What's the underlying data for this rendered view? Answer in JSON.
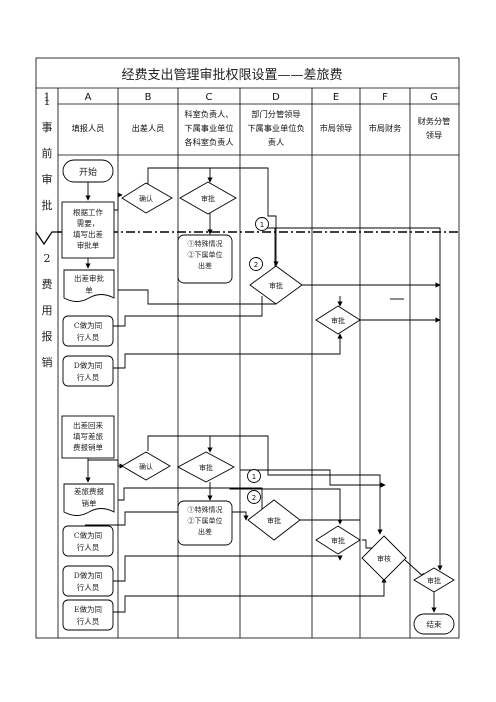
{
  "title": "经费支出管理审批权限设置——差旅费",
  "columns": {
    "row_header": "1",
    "letters": [
      "A",
      "B",
      "C",
      "D",
      "E",
      "F",
      "G"
    ],
    "names": [
      "填报人员",
      "出差人员",
      "科室负责人、\n下属事业单位\n各科室负责人",
      "部门分管领导\n下属事业单位负\n责人",
      "市局领导",
      "市局财务",
      "财务分管\n领导"
    ]
  },
  "phases": {
    "pre": [
      "1",
      "事",
      "前",
      "审",
      "批"
    ],
    "post": [
      "2",
      "费",
      "用",
      "报",
      "销"
    ]
  },
  "section1": {
    "start": "开始",
    "fill_form": "根据工作\n需要，\n填写出差\n审批单",
    "confirm": "确认",
    "approve": "审批",
    "approval_form": "出差审批\n单",
    "c_as_companion": "C做为同\n行人员",
    "d_as_companion": "D做为同\n行人员",
    "special_note": "①特殊情况\n②下属单位\n出差",
    "d_approve": "审批",
    "e_approve": "审批",
    "badge1": "1",
    "badge2": "2"
  },
  "section2": {
    "return_fill": "出差回来\n填写差旅\n费报销单",
    "reimburse_form": "差旅费报\n销单",
    "confirm": "确认",
    "approve": "审批",
    "c_as_companion": "C做为同\n行人员",
    "d_as_companion": "D做为同\n行人员",
    "e_as_companion": "E做为同\n行人员",
    "special_note": "①特殊情况\n②下属单位\n出差",
    "d_approve": "审批",
    "e_approve": "审批",
    "f_review": "审核",
    "g_approve": "审批",
    "end": "结束",
    "badge1": "1",
    "badge2": "2"
  }
}
